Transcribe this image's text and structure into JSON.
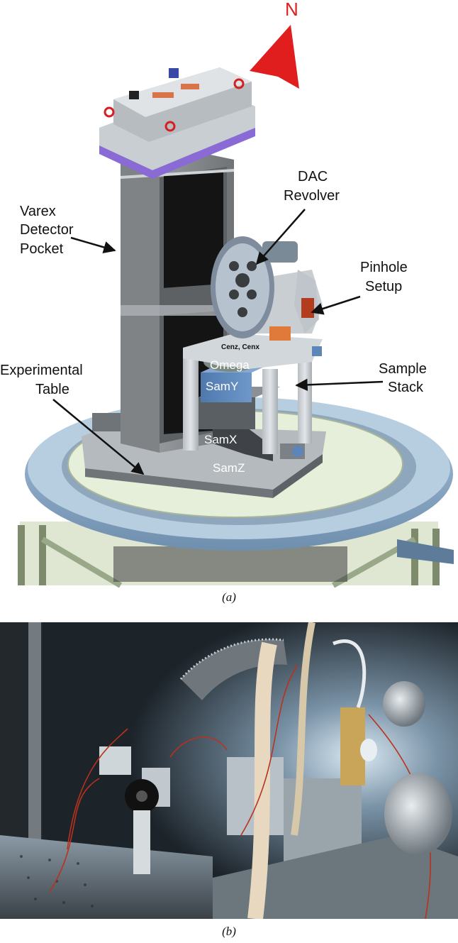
{
  "figure_a": {
    "compass": "N",
    "labels": {
      "dac_line1": "DAC",
      "dac_line2": "Revolver",
      "varex_line1": "Varex",
      "varex_line2": "Detector",
      "varex_line3": "Pocket",
      "pinhole_line1": "Pinhole",
      "pinhole_line2": "Setup",
      "experimental_line1": "Experimental",
      "experimental_line2": "Table",
      "sample_line1": "Sample",
      "sample_line2": "Stack"
    },
    "stages": {
      "cenz_cenx": "Cenz, Cenx",
      "omega": "Omega",
      "samy": "SamY",
      "samx": "SamX",
      "samz": "SamZ"
    },
    "caption": "(a)"
  },
  "figure_b": {
    "caption": "(b)"
  },
  "colors": {
    "compass_red": "#e01e1e",
    "detector_gray": "#8c8f92",
    "table_top": "#e6efd9",
    "ring_blue": "#8fb1cf",
    "stage_blue": "#5c86b8",
    "band_purple": "#8a6bd6"
  }
}
